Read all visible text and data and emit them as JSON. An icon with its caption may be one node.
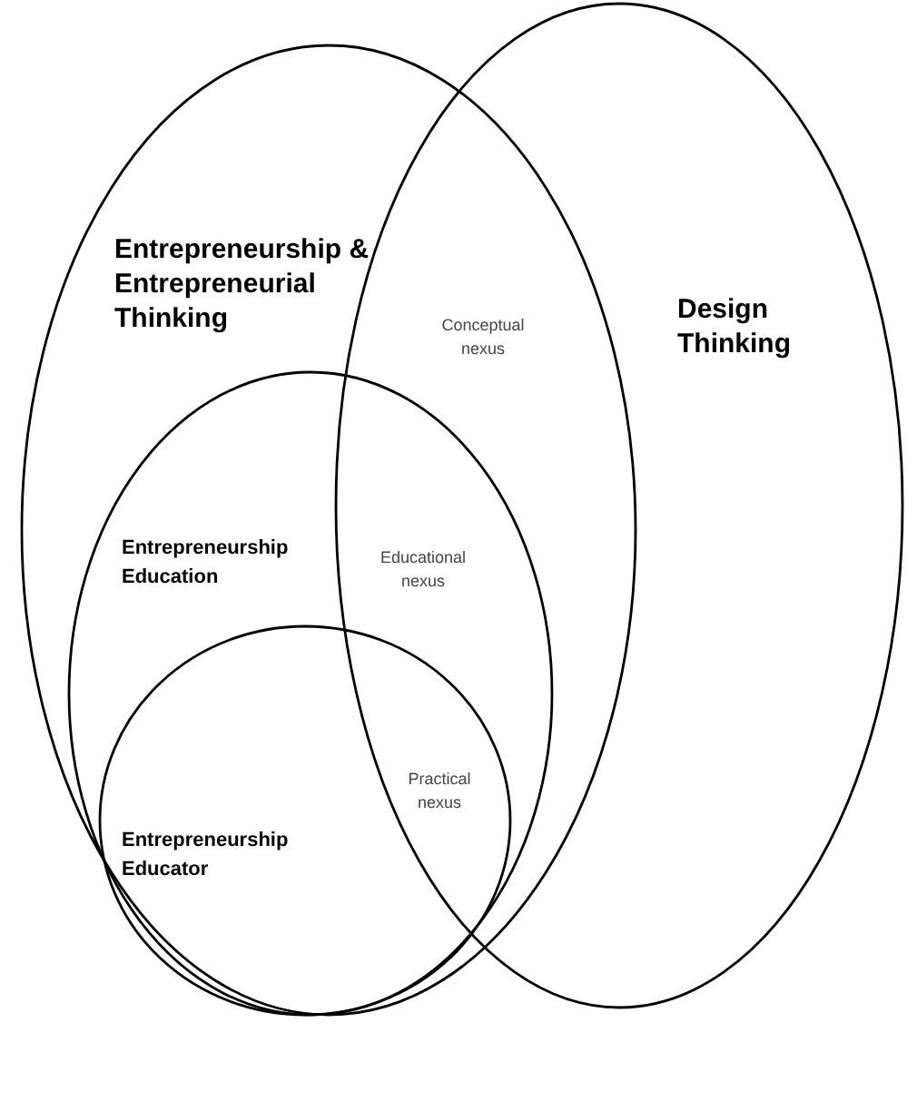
{
  "diagram": {
    "nodes": [
      {
        "text": [
          "Entrepreneurship & Entrepreneurial Thinking"
        ]
      },
      {
        "text": [
          "Design Thinking"
        ]
      },
      {
        "text": [
          "Entrepreneurship Education"
        ],
        "in": 0
      },
      {
        "text": [
          "Entrepreneurship Educator"
        ],
        "in": 2
      }
    ],
    "labels": [
      "Conceptual nexus",
      "Educational nexus",
      "Practical nexus"
    ]
  }
}
